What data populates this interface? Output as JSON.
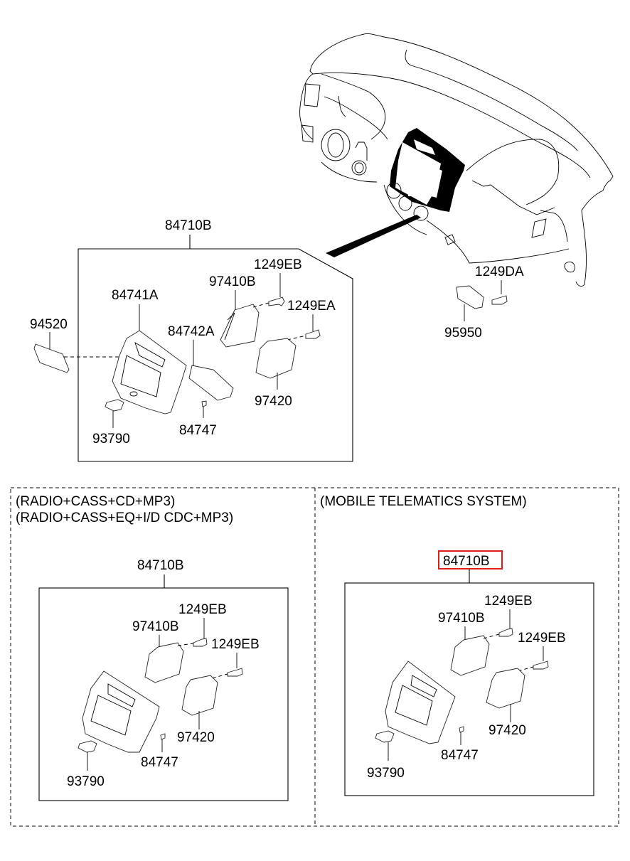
{
  "diagram": {
    "title_view": "Dashboard center fascia exploded parts diagram",
    "main_group": {
      "assembly_label": "84710B",
      "parts": {
        "p94520": "94520",
        "p84741A": "84741A",
        "p84742A": "84742A",
        "p97410B": "97410B",
        "p1249EB": "1249EB",
        "p1249EA": "1249EA",
        "p97420": "97420",
        "p93790": "93790",
        "p84747": "84747"
      }
    },
    "side_group": {
      "p1249DA": "1249DA",
      "p95950": "95950"
    },
    "variant_left": {
      "caption_line1": "(RADIO+CASS+CD+MP3)",
      "caption_line2": "(RADIO+CASS+EQ+I/D CDC+MP3)",
      "assembly_label": "84710B",
      "parts": {
        "p1249EB_a": "1249EB",
        "p97410B": "97410B",
        "p1249EB_b": "1249EB",
        "p97420": "97420",
        "p84747": "84747",
        "p93790": "93790"
      }
    },
    "variant_right": {
      "caption": "(MOBILE TELEMATICS SYSTEM)",
      "assembly_label": "84710B",
      "assembly_highlighted": true,
      "highlight_color": "#e21b1b",
      "parts": {
        "p1249EB_a": "1249EB",
        "p97410B": "97410B",
        "p1249EB_b": "1249EB",
        "p97420": "97420",
        "p84747": "84747",
        "p93790": "93790"
      }
    }
  }
}
